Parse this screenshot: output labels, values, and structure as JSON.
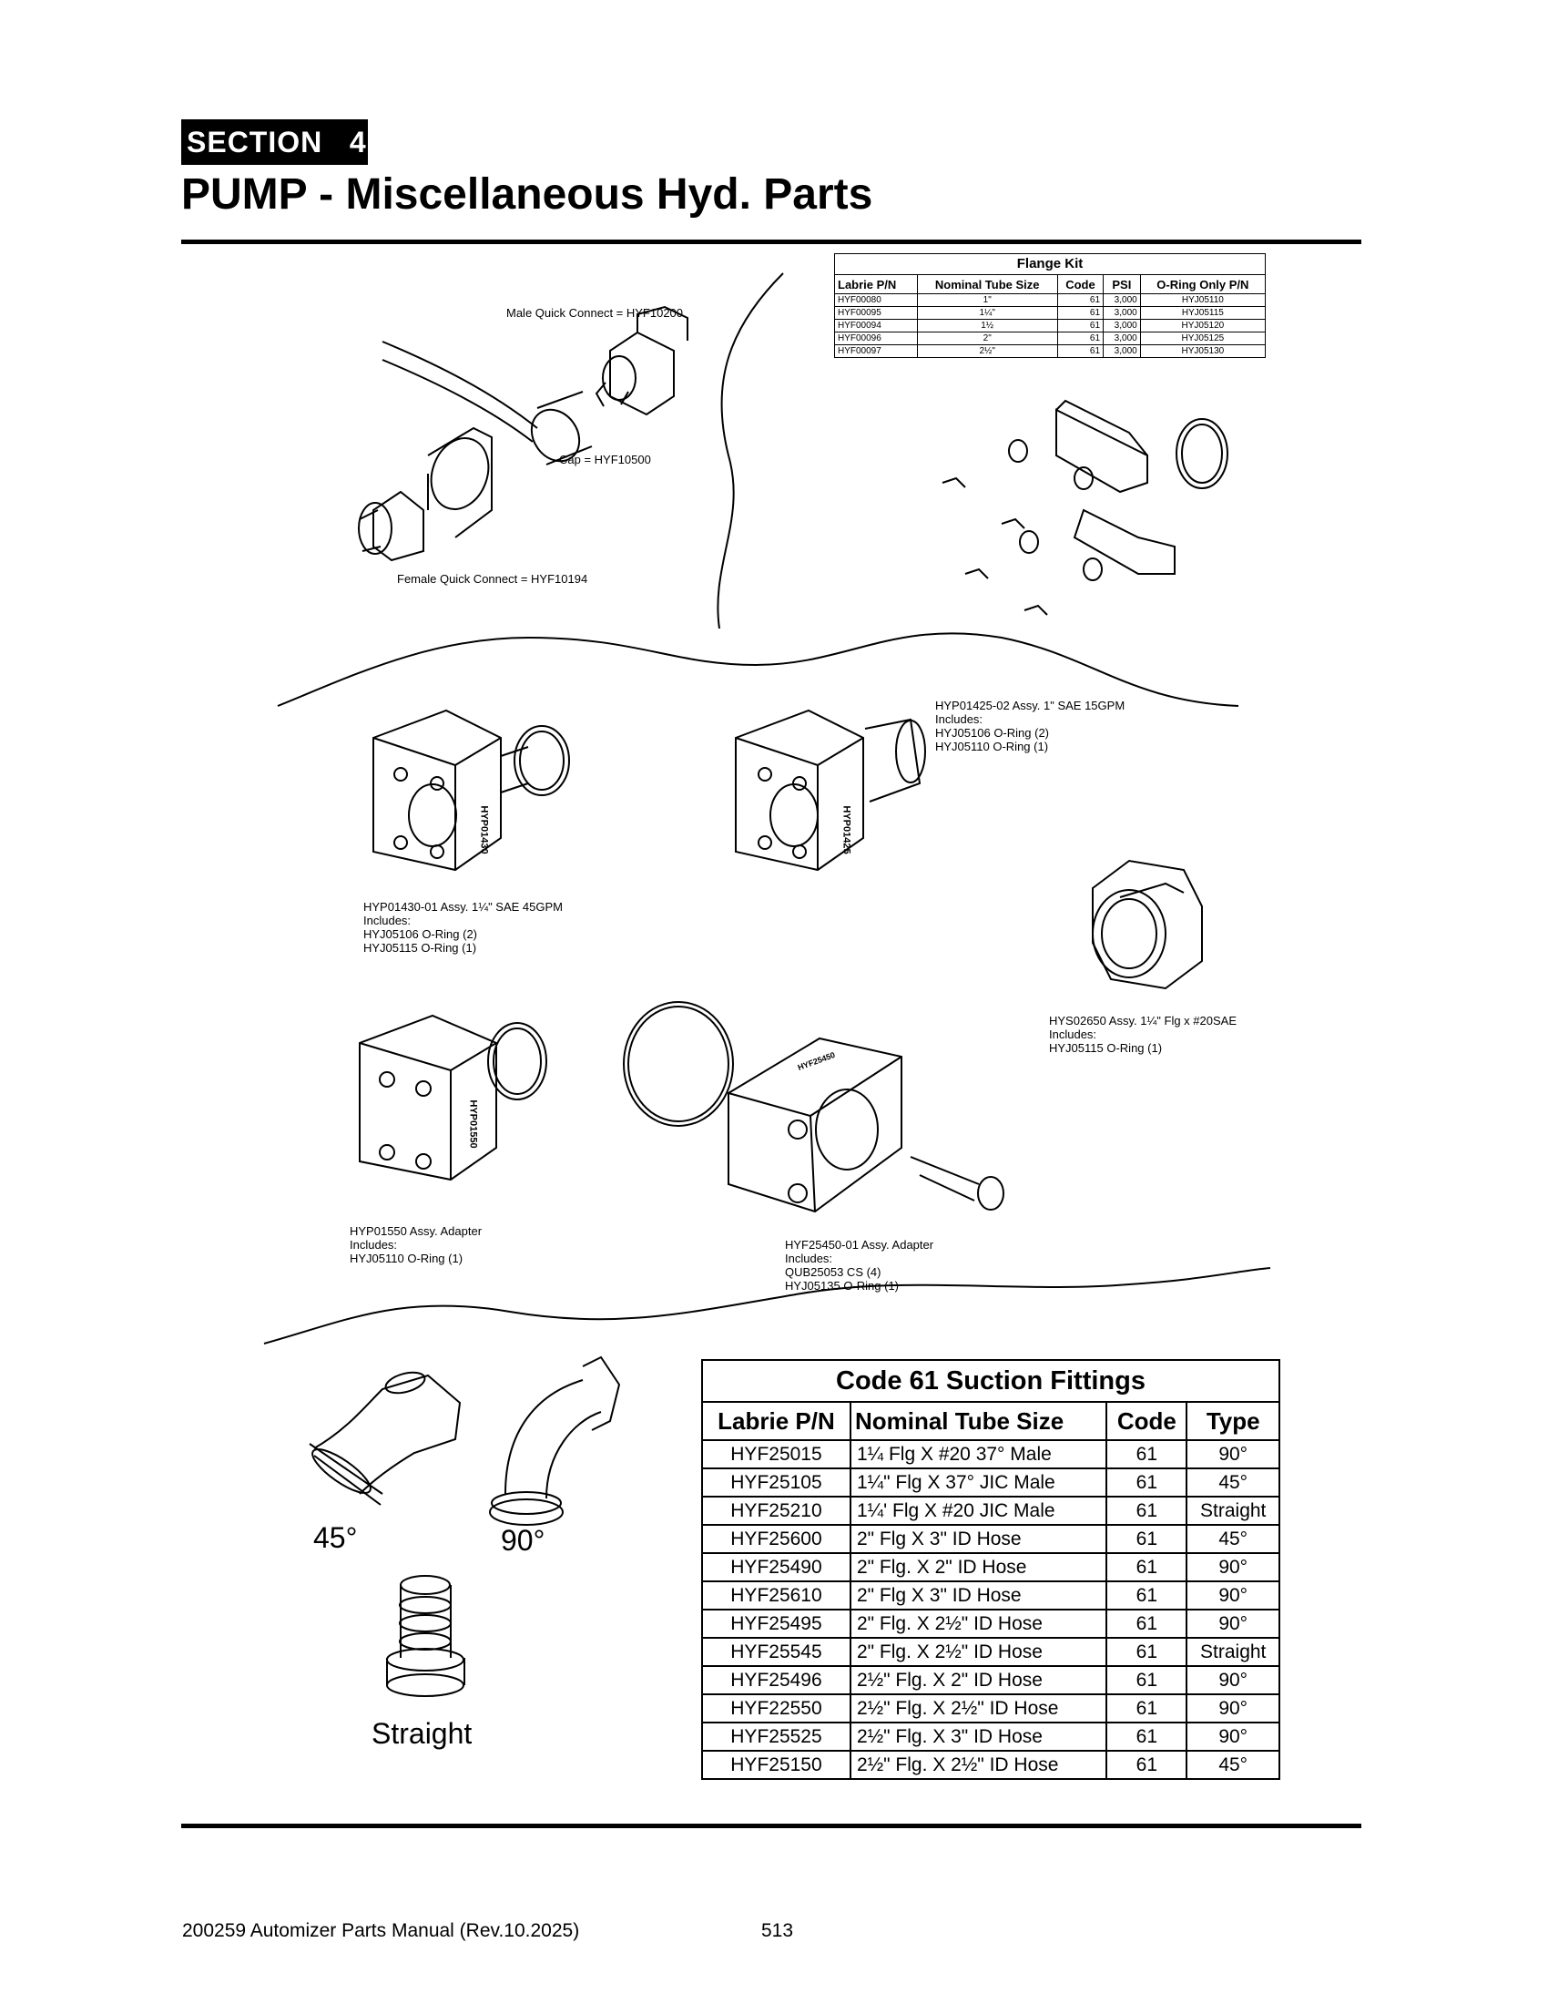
{
  "header": {
    "section_label": "SECTION   4",
    "title": "PUMP - Miscellaneous Hyd. Parts"
  },
  "callouts": {
    "male_quick_connect": "Male Quick Connect = HYF10200",
    "cap": "Cap = HYF10500",
    "female_quick_connect": "Female Quick Connect = HYF10194",
    "hyp01425": [
      "HYP01425-02 Assy. 1\" SAE 15GPM",
      "Includes:",
      "HYJ05106 O-Ring (2)",
      "HYJ05110 O-Ring (1)"
    ],
    "hyp01430": [
      "HYP01430-01 Assy. 1¼\" SAE 45GPM",
      "Includes:",
      "HYJ05106 O-Ring (2)",
      "HYJ05115 O-Ring (1)"
    ],
    "hys02650": [
      "HYS02650 Assy. 1¼\" Flg x #20SAE",
      "Includes:",
      "HYJ05115 O-Ring (1)"
    ],
    "hyp01550": [
      "HYP01550 Assy. Adapter",
      "Includes:",
      "HYJ05110 O-Ring (1)"
    ],
    "hyf25450": [
      "HYF25450-01 Assy. Adapter",
      "Includes:",
      "QUB25053 CS (4)",
      "HYJ05135 O-Ring (1)"
    ],
    "block_stamp_1": "HYP01430",
    "block_stamp_2": "HYP01425",
    "block_stamp_3": "HYP01550",
    "block_stamp_4": "HYF25450"
  },
  "fitting_labels": {
    "deg45": "45°",
    "deg90": "90°",
    "straight": "Straight"
  },
  "flange_kit": {
    "title": "Flange Kit",
    "headers": [
      "Labrie P/N",
      "Nominal Tube Size",
      "Code",
      "PSI",
      "O-Ring Only P/N"
    ],
    "rows": [
      [
        "HYF00080",
        "1\"",
        "61",
        "3,000",
        "HYJ05110"
      ],
      [
        "HYF00095",
        "1¼\"",
        "61",
        "3,000",
        "HYJ05115"
      ],
      [
        "HYF00094",
        "1½",
        "61",
        "3,000",
        "HYJ05120"
      ],
      [
        "HYF00096",
        "2\"",
        "61",
        "3,000",
        "HYJ05125"
      ],
      [
        "HYF00097",
        "2½\"",
        "61",
        "3,000",
        "HYJ05130"
      ]
    ]
  },
  "suction_fittings": {
    "title": "Code 61 Suction Fittings",
    "headers": [
      "Labrie P/N",
      "Nominal Tube Size",
      "Code",
      "Type"
    ],
    "rows": [
      [
        "HYF25015",
        "1¼  Flg X #20 37° Male",
        "61",
        "90°"
      ],
      [
        "HYF25105",
        "1¼\" Flg X 37° JIC Male",
        "61",
        "45°"
      ],
      [
        "HYF25210",
        "1¼' Flg X #20 JIC Male",
        "61",
        "Straight"
      ],
      [
        "HYF25600",
        "2\" Flg X 3\" ID Hose",
        "61",
        "45°"
      ],
      [
        "HYF25490",
        "2\" Flg. X 2\" ID Hose",
        "61",
        "90°"
      ],
      [
        "HYF25610",
        "2\" Flg X 3\" ID Hose",
        "61",
        "90°"
      ],
      [
        "HYF25495",
        "2\" Flg. X 2½\" ID Hose",
        "61",
        "90°"
      ],
      [
        "HYF25545",
        "2\" Flg. X 2½\" ID Hose",
        "61",
        "Straight"
      ],
      [
        "HYF25496",
        "2½\" Flg. X 2\" ID Hose",
        "61",
        "90°"
      ],
      [
        "HYF22550",
        "2½\" Flg. X 2½\" ID Hose",
        "61",
        "90°"
      ],
      [
        "HYF25525",
        "2½\" Flg. X 3\" ID Hose",
        "61",
        "90°"
      ],
      [
        "HYF25150",
        "2½\" Flg. X 2½\" ID Hose",
        "61",
        "45°"
      ]
    ]
  },
  "footer": {
    "manual": "200259 Automizer Parts Manual (Rev.10.2025)",
    "page": "513"
  }
}
